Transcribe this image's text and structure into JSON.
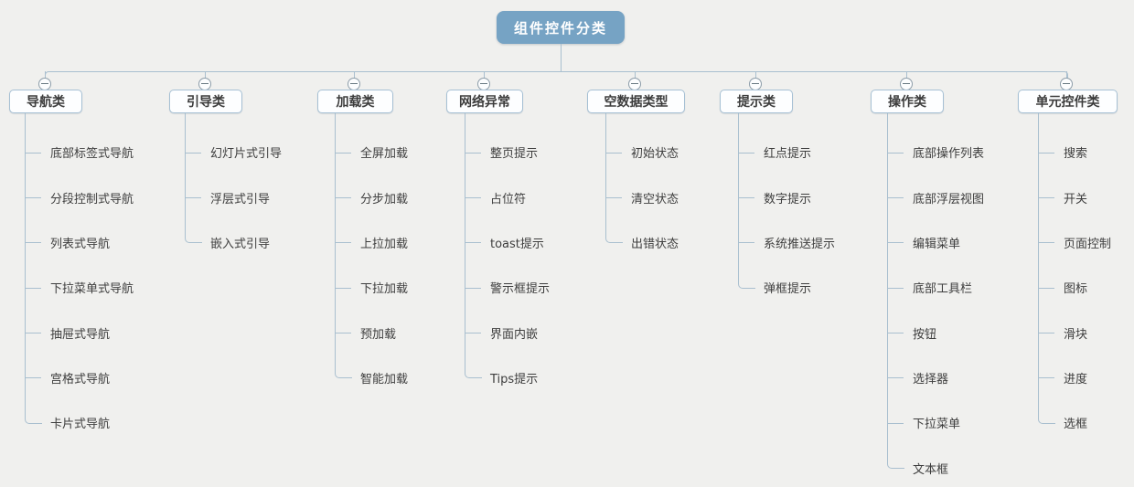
{
  "root": {
    "label": "组件控件分类"
  },
  "colors": {
    "background": "#f0f0ee",
    "root_fill": "#76a3c4",
    "node_fill": "#fdfeff",
    "node_border": "#a6c0d4",
    "connector_line": "#a9bfcf",
    "text": "#3e3e3e"
  },
  "icons": {
    "collapse": "minus-circle"
  },
  "columns": [
    {
      "label": "导航类",
      "items": [
        "底部标签式导航",
        "分段控制式导航",
        "列表式导航",
        "下拉菜单式导航",
        "抽屉式导航",
        "宫格式导航",
        "卡片式导航"
      ]
    },
    {
      "label": "引导类",
      "items": [
        "幻灯片式引导",
        "浮层式引导",
        "嵌入式引导"
      ]
    },
    {
      "label": "加载类",
      "items": [
        "全屏加载",
        "分步加载",
        "上拉加载",
        "下拉加载",
        "预加载",
        "智能加载"
      ]
    },
    {
      "label": "网络异常",
      "items": [
        "整页提示",
        "占位符",
        "toast提示",
        "警示框提示",
        "界面内嵌",
        "Tips提示"
      ]
    },
    {
      "label": "空数据类型",
      "items": [
        "初始状态",
        "清空状态",
        "出错状态"
      ]
    },
    {
      "label": "提示类",
      "items": [
        "红点提示",
        "数字提示",
        "系统推送提示",
        "弹框提示"
      ]
    },
    {
      "label": "操作类",
      "items": [
        "底部操作列表",
        "底部浮层视图",
        "编辑菜单",
        "底部工具栏",
        "按钮",
        "选择器",
        "下拉菜单",
        "文本框"
      ]
    },
    {
      "label": "单元控件类",
      "items": [
        "搜索",
        "开关",
        "页面控制",
        "图标",
        "滑块",
        "进度",
        "选框"
      ]
    }
  ]
}
